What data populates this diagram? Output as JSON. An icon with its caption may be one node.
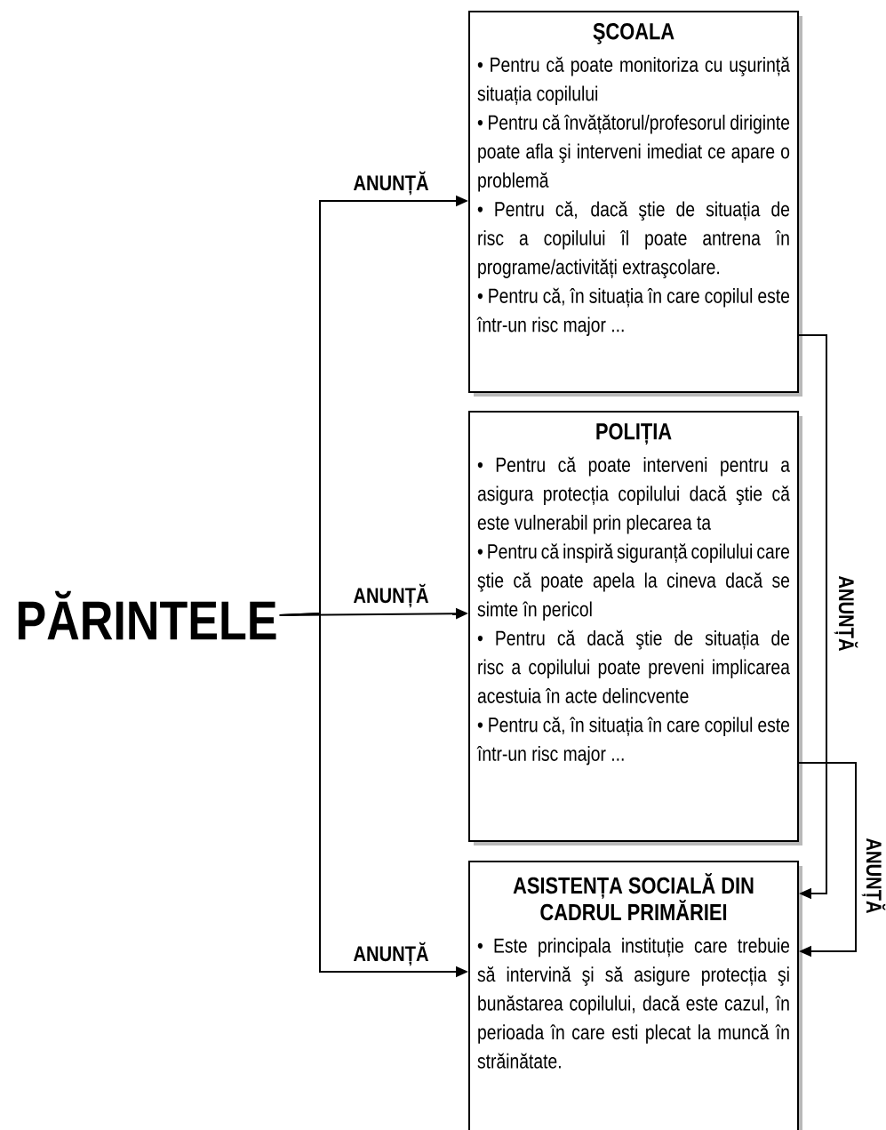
{
  "diagram": {
    "nodes": [
      {
        "text": [
          "PĂRINTELE"
        ]
      },
      {
        "text": [
          "ŞCOALA",
          "• Pentru că poate monitoriza cu uşurință situația copilului",
          "• Pentru că învățătorul/profesorul diriginte poate afla şi interveni imediat ce apare o problemă",
          "• Pentru că, dacă ştie de situația de risc a copilului îl poate antrena în programe/activități extraşcolare.",
          "• Pentru că, în situația în care copilul este într-un risc major ..."
        ]
      },
      {
        "text": [
          "POLIȚIA",
          "• Pentru că poate interveni pentru a asigura protecția copilului dacă ştie că este vulnerabil prin plecarea ta",
          "• Pentru că inspiră siguranță copilului care ştie că poate apela la cineva dacă se simte în pericol",
          "• Pentru că dacă ştie de situația de risc a copilului poate preveni implicarea acestuia în acte delincvente",
          "• Pentru că, în situația în care copilul este într-un risc major ..."
        ]
      },
      {
        "text": [
          "ASISTENȚA SOCIALĂ DIN CADRUL PRIMĂRIEI",
          "• Este principala instituție care trebuie să intervină şi să asigure protecția şi bunăstarea copilului, dacă este cazul, în perioada în care esti plecat la muncă în străinătate."
        ]
      }
    ],
    "edges": [
      {
        "from": 0,
        "to": 1,
        "arrow": "to",
        "label": "ANUNȚĂ"
      },
      {
        "from": 0,
        "to": 2,
        "arrow": "to",
        "label": "ANUNȚĂ"
      },
      {
        "from": 0,
        "to": 3,
        "arrow": "to",
        "label": "ANUNȚĂ"
      },
      {
        "from": 1,
        "to": 3,
        "arrow": "to",
        "label": "ANUNȚĂ"
      },
      {
        "from": 2,
        "to": 3,
        "arrow": "to",
        "label": "ANUNȚĂ"
      }
    ]
  }
}
